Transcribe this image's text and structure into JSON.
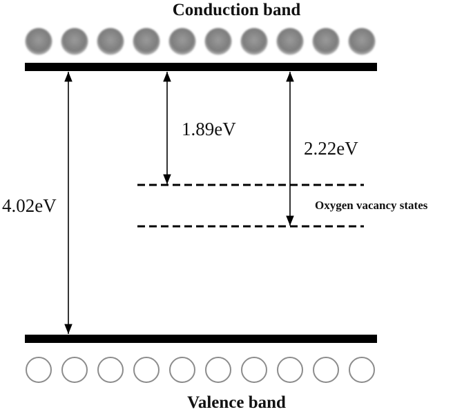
{
  "diagram": {
    "conduction_band_label": "Conduction band",
    "valence_band_label": "Valence band",
    "defect_states_label": "Oxygen vacancy states",
    "transitions": [
      {
        "label": "4.02eV",
        "from": "conduction band",
        "to": "valence band"
      },
      {
        "label": "1.89eV",
        "from": "conduction band",
        "to": "upper oxygen vacancy state"
      },
      {
        "label": "2.22eV",
        "from": "conduction band",
        "to": "lower oxygen vacancy state"
      }
    ],
    "electrons_count": 10,
    "holes_count": 10,
    "colors": {
      "band_line": "#000000",
      "electron_fill": "#7f7f7f",
      "hole_stroke": "#8c8c8c",
      "text": "#111111"
    }
  }
}
